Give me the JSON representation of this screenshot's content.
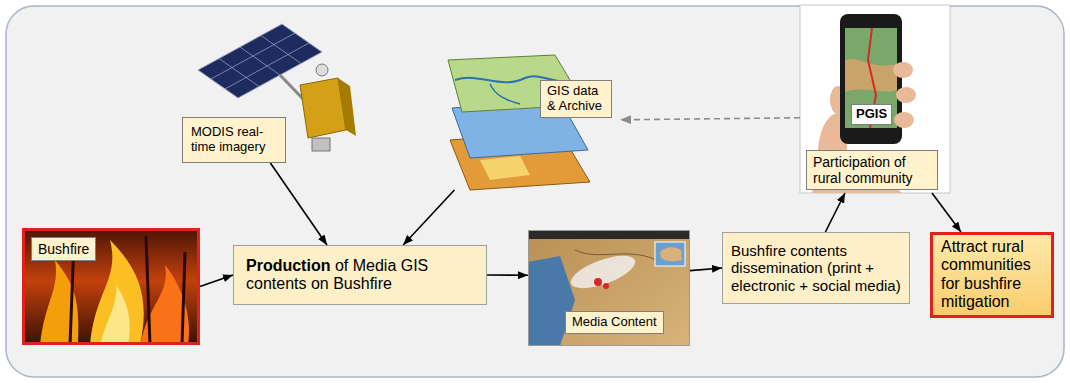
{
  "diagram": {
    "nodes": [
      {
        "text": [
          "MODIS real-time imagery"
        ]
      },
      {
        "text": [
          "GIS data & Archive"
        ]
      },
      {
        "text": [
          "Participation of rural community"
        ]
      },
      {
        "text": [
          "Bushfire"
        ]
      },
      {
        "text": [
          "Production",
          "of Media GIS contents on Bushfire"
        ]
      },
      {
        "text": [
          "Media Content"
        ]
      },
      {
        "text": [
          "Bushfire contents dissemination (print + electronic + social media)"
        ]
      },
      {
        "text": [
          "Attract rural communities for bushfire mitigation"
        ]
      }
    ],
    "edges": [
      {
        "from": 3,
        "to": 4,
        "arrow": "to"
      },
      {
        "from": 0,
        "to": 4,
        "arrow": "to"
      },
      {
        "from": 1,
        "to": 4,
        "arrow": "to"
      },
      {
        "from": 4,
        "to": 5,
        "arrow": "to"
      },
      {
        "from": 5,
        "to": 6,
        "arrow": "to"
      },
      {
        "from": 6,
        "to": 2,
        "arrow": "to"
      },
      {
        "from": 2,
        "to": 7,
        "arrow": "to"
      },
      {
        "from": 2,
        "to": 1,
        "arrow": "to"
      }
    ],
    "labels": [
      "PGIS"
    ]
  }
}
